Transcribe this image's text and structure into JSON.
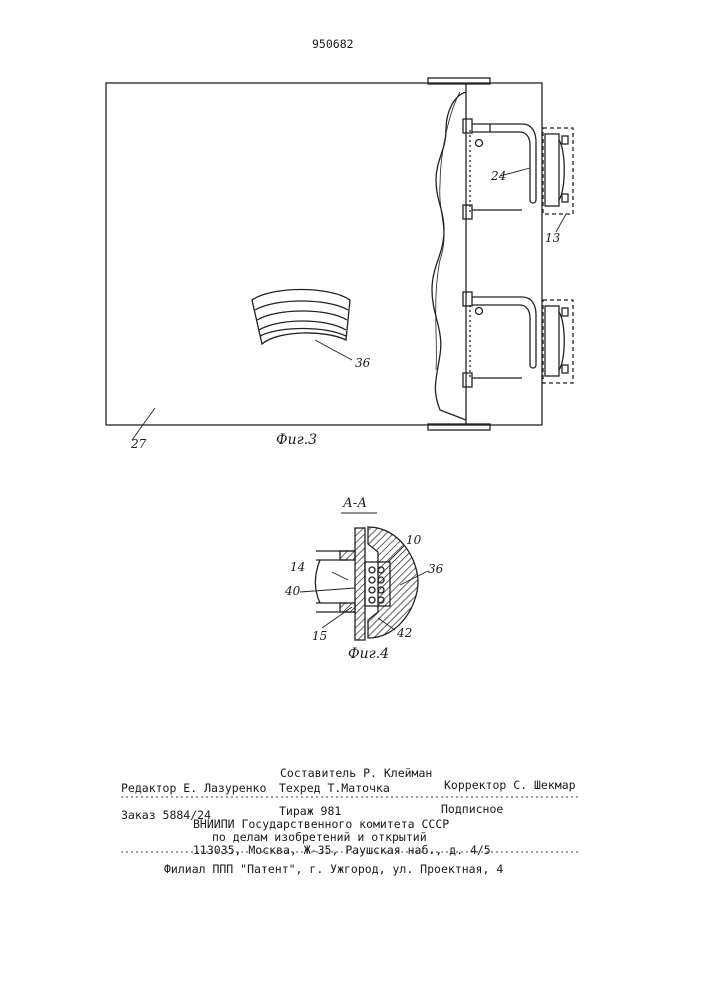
{
  "patent_number": "950682",
  "fig3": {
    "caption": "Фиг.3",
    "labels": {
      "l27": "27",
      "l36": "36",
      "l24": "24",
      "l13": "13"
    }
  },
  "fig4": {
    "section_label": "А-А",
    "caption": "Фиг.4",
    "labels": {
      "l10": "10",
      "l14": "14",
      "l40": "40",
      "l36": "36",
      "l15": "15",
      "l42": "42"
    }
  },
  "footer": {
    "compiler": "Составитель Р. Клейман",
    "editor": "Редактор Е. Лазуренко",
    "techred": "Техред Т.Маточка",
    "corrector": "Корректор С. Шекмар",
    "order": "Заказ 5884/24",
    "circulation": "Тираж 981",
    "subscription": "Подписное",
    "org_line1": "ВНИИПИ Государственного комитета СССР",
    "org_line2": "по делам изобретений и открытий",
    "address": "113035, Москва, Ж-35, Раушская наб., д. 4/5",
    "branch": "Филиал ППП \"Патент\", г. Ужгород, ул. Проектная, 4"
  }
}
